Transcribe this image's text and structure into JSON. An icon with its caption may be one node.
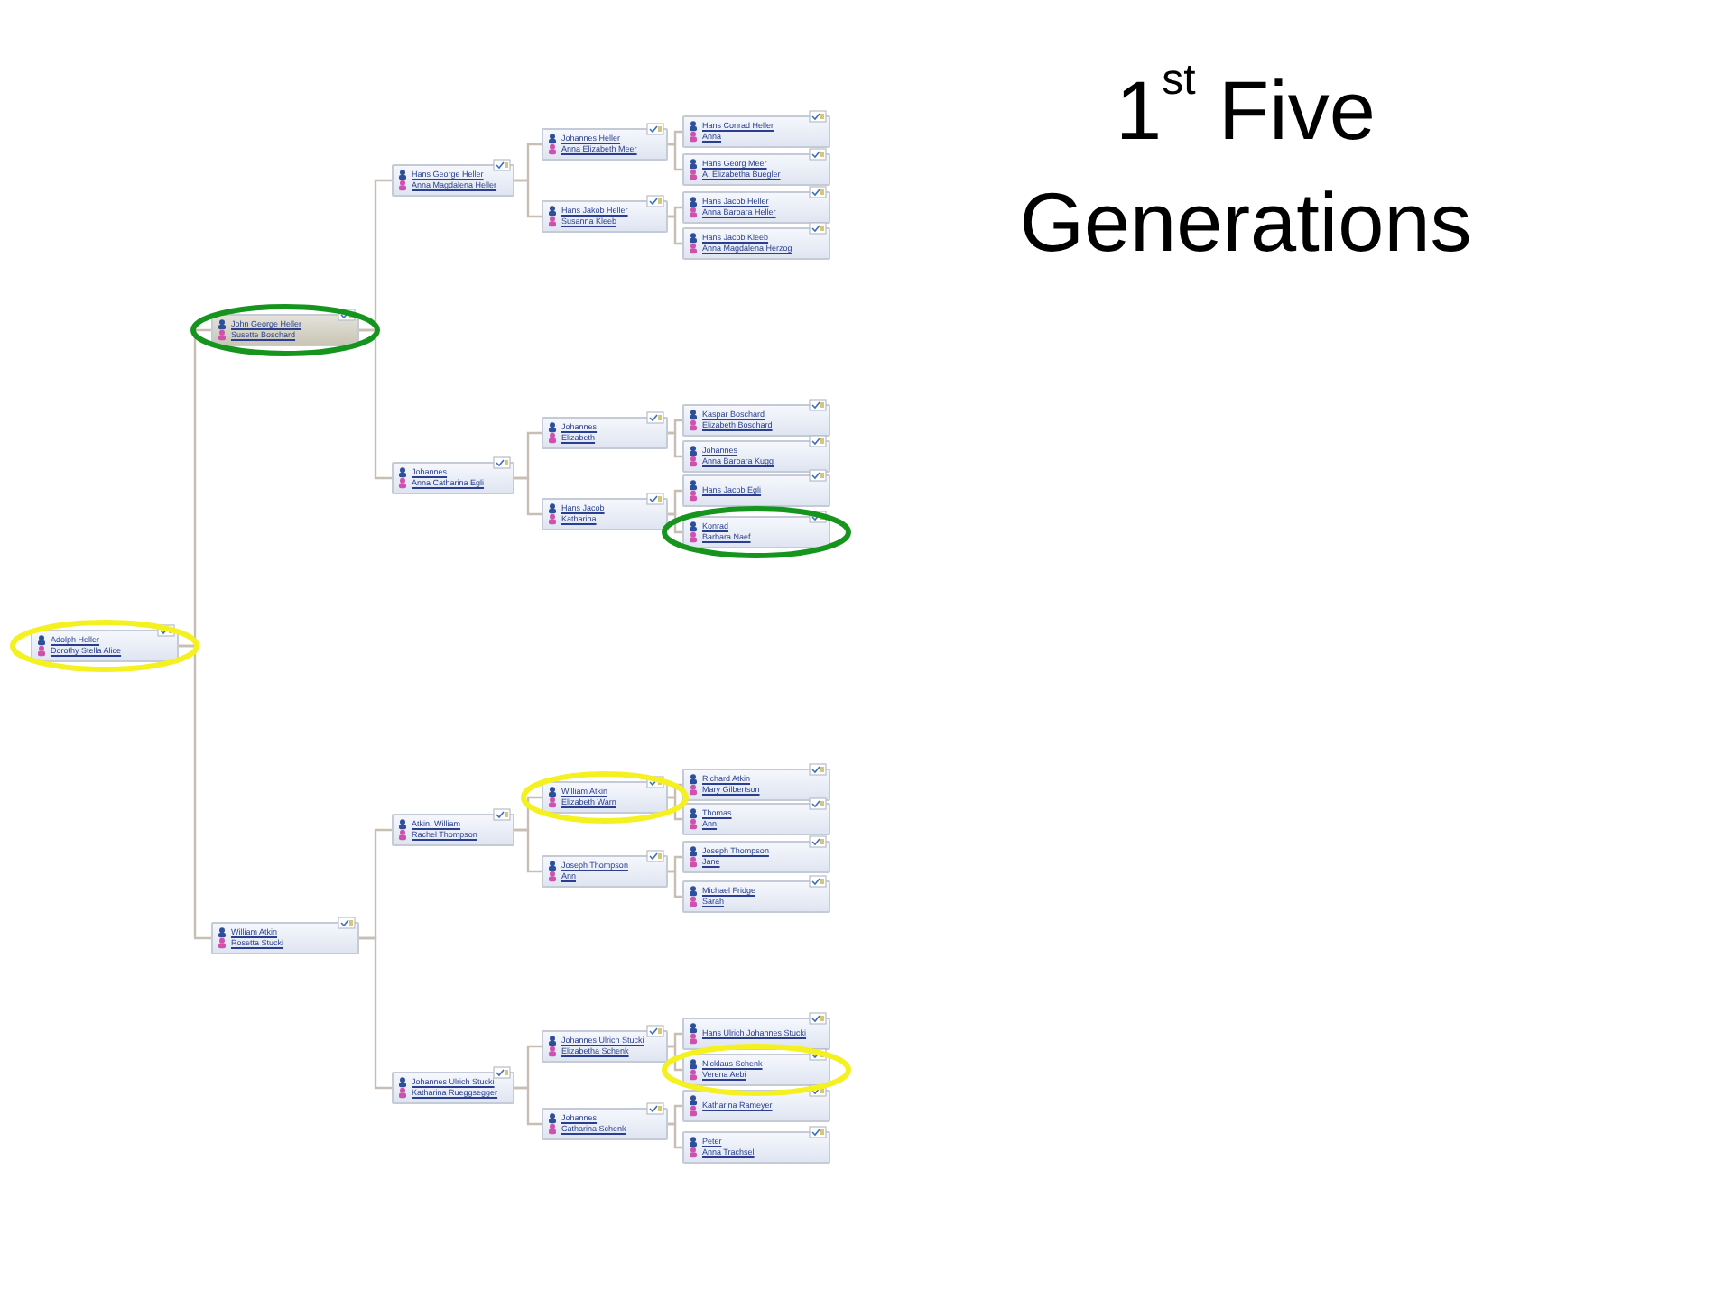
{
  "diagram": {
    "title": "1$^{st}$ Five Generations",
    "nodes": [
      {
        "text": [
          "Adolph Heller",
          "Dorothy Stella Alice"
        ]
      },
      {
        "text": [
          "John George Heller",
          "Susette Boschard"
        ]
      },
      {
        "text": [
          "William Atkin",
          "Rosetta Stucki"
        ]
      },
      {
        "text": [
          "Hans George Heller",
          "Anna Magdalena Heller"
        ]
      },
      {
        "text": [
          "Johannes",
          "Anna Catharina Egli"
        ]
      },
      {
        "text": [
          "Atkin, William",
          "Rachel Thompson"
        ]
      },
      {
        "text": [
          "Johannes Ulrich Stucki",
          "Katharina Rueggsegger"
        ]
      },
      {
        "text": [
          "Johannes Heller",
          "Anna Elizabeth Meer"
        ]
      },
      {
        "text": [
          "Hans Jakob Heller",
          "Susanna Kleeb"
        ]
      },
      {
        "text": [
          "Johannes",
          "Elizabeth"
        ]
      },
      {
        "text": [
          "Hans Jacob",
          "Katharina"
        ]
      },
      {
        "text": [
          "William Atkin",
          "Elizabeth Warn"
        ]
      },
      {
        "text": [
          "Joseph Thompson",
          "Ann"
        ]
      },
      {
        "text": [
          "Johannes Ulrich Stucki",
          "Elizabetha Schenk"
        ]
      },
      {
        "text": [
          "Johannes",
          "Catharina Schenk"
        ]
      },
      {
        "text": [
          "Hans Conrad Heller",
          "Anna"
        ]
      },
      {
        "text": [
          "Hans Georg Meer",
          "A. Elizabetha Buegler"
        ]
      },
      {
        "text": [
          "Hans Jacob Heller",
          "Anna Barbara Heller"
        ]
      },
      {
        "text": [
          "Hans Jacob Kleeb",
          "Anna Magdalena Herzog"
        ]
      },
      {
        "text": [
          "Kaspar Boschard",
          "Elizabeth Boschard"
        ]
      },
      {
        "text": [
          "Johannes",
          "Anna Barbara Kugg"
        ]
      },
      {
        "text": [
          "Hans Jacob Egli"
        ]
      },
      {
        "text": [
          "Konrad",
          "Barbara Naef"
        ]
      },
      {
        "text": [
          "Richard Atkin",
          "Mary Gilbertson"
        ]
      },
      {
        "text": [
          "Thomas",
          "Ann"
        ]
      },
      {
        "text": [
          "Joseph Thompson",
          "Jane"
        ]
      },
      {
        "text": [
          "Michael Fridge",
          "Sarah"
        ]
      },
      {
        "text": [
          "Hans Ulrich Johannes Stucki"
        ]
      },
      {
        "text": [
          "Nicklaus Schenk",
          "Verena Aebi"
        ]
      },
      {
        "text": [
          "Katharina Rameyer"
        ]
      },
      {
        "text": [
          "Peter",
          "Anna Trachsel"
        ]
      }
    ],
    "edges": [
      {
        "from": 0,
        "to": 1,
        "arrow": "none"
      },
      {
        "from": 0,
        "to": 2,
        "arrow": "none"
      },
      {
        "from": 1,
        "to": 3,
        "arrow": "none"
      },
      {
        "from": 1,
        "to": 4,
        "arrow": "none"
      },
      {
        "from": 2,
        "to": 5,
        "arrow": "none"
      },
      {
        "from": 2,
        "to": 6,
        "arrow": "none"
      },
      {
        "from": 3,
        "to": 7,
        "arrow": "none"
      },
      {
        "from": 3,
        "to": 8,
        "arrow": "none"
      },
      {
        "from": 4,
        "to": 9,
        "arrow": "none"
      },
      {
        "from": 4,
        "to": 10,
        "arrow": "none"
      },
      {
        "from": 5,
        "to": 11,
        "arrow": "none"
      },
      {
        "from": 5,
        "to": 12,
        "arrow": "none"
      },
      {
        "from": 6,
        "to": 13,
        "arrow": "none"
      },
      {
        "from": 6,
        "to": 14,
        "arrow": "none"
      },
      {
        "from": 7,
        "to": 15,
        "arrow": "none"
      },
      {
        "from": 7,
        "to": 16,
        "arrow": "none"
      },
      {
        "from": 8,
        "to": 17,
        "arrow": "none"
      },
      {
        "from": 8,
        "to": 18,
        "arrow": "none"
      },
      {
        "from": 9,
        "to": 19,
        "arrow": "none"
      },
      {
        "from": 9,
        "to": 20,
        "arrow": "none"
      },
      {
        "from": 10,
        "to": 21,
        "arrow": "none"
      },
      {
        "from": 10,
        "to": 22,
        "arrow": "none"
      },
      {
        "from": 11,
        "to": 23,
        "arrow": "none"
      },
      {
        "from": 11,
        "to": 24,
        "arrow": "none"
      },
      {
        "from": 12,
        "to": 25,
        "arrow": "none"
      },
      {
        "from": 12,
        "to": 26,
        "arrow": "none"
      },
      {
        "from": 13,
        "to": 27,
        "arrow": "none"
      },
      {
        "from": 13,
        "to": 28,
        "arrow": "none"
      },
      {
        "from": 14,
        "to": 29,
        "arrow": "none"
      },
      {
        "from": 14,
        "to": 30,
        "arrow": "none"
      }
    ]
  }
}
